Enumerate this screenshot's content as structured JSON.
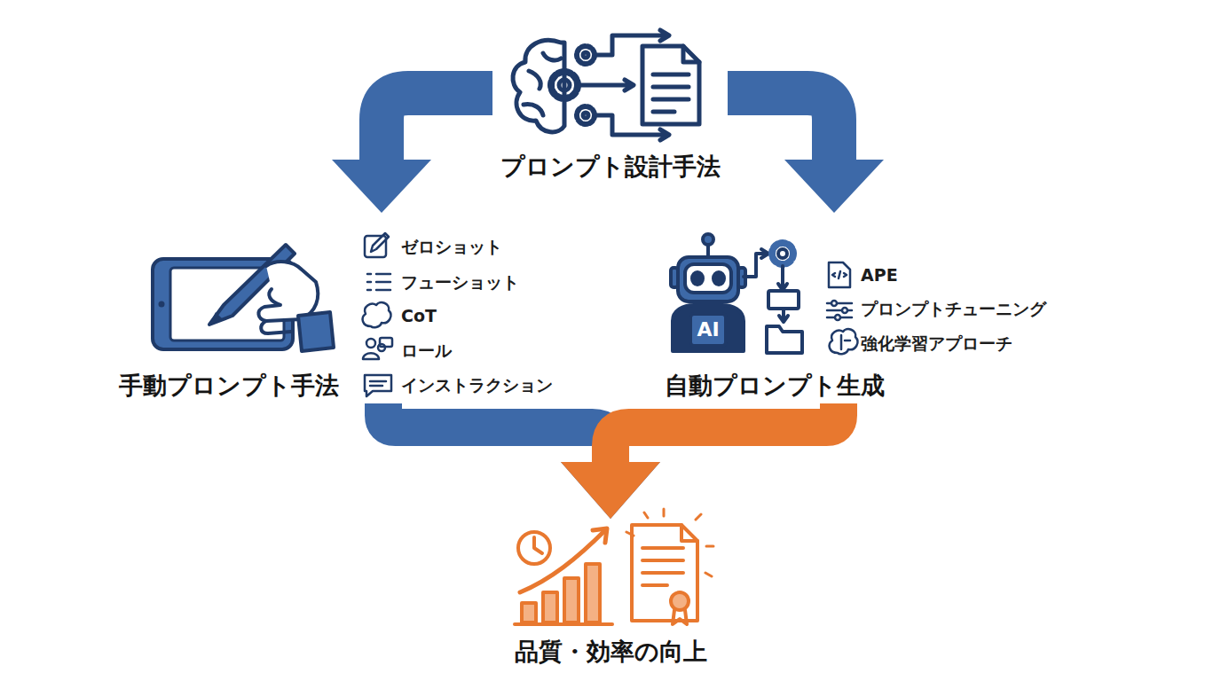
{
  "diagram": {
    "nodes": [
      {
        "text": [
          "プロンプト設計手法"
        ]
      },
      {
        "text": [
          "手動プロンプト手法"
        ]
      },
      {
        "text": [
          "自動プロンプト生成"
        ]
      },
      {
        "text": [
          "品質・効率の向上"
        ]
      }
    ],
    "edges": [
      {
        "from": 0,
        "to": 1,
        "arrow": "to"
      },
      {
        "from": 0,
        "to": 2,
        "arrow": "to"
      },
      {
        "from": 1,
        "to": 3,
        "arrow": "to"
      },
      {
        "from": 2,
        "to": 3,
        "arrow": "to"
      }
    ],
    "labels": [
      "ゼロショット",
      "フューショット",
      "CoT",
      "ロール",
      "インストラクション",
      "APE",
      "プロンプトチューニング",
      "強化学習アプローチ",
      "AI"
    ]
  }
}
